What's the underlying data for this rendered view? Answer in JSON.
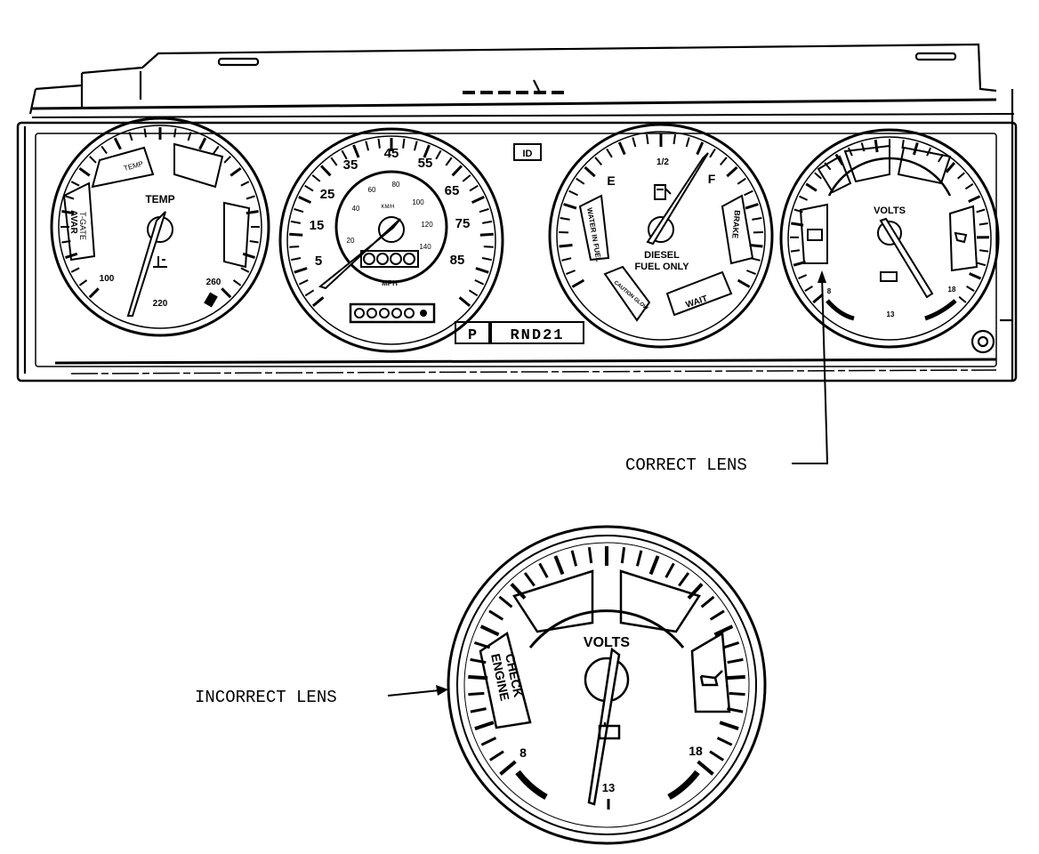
{
  "temp_gauge": {
    "title": "TEMP",
    "small_label": "TEMP",
    "side_label_line1": "T-GATE",
    "side_label_line2": "AVAR",
    "scale": [
      "100",
      "220",
      "260"
    ],
    "icon": "thermometer-icon"
  },
  "speedometer": {
    "mph_scale": [
      "5",
      "15",
      "25",
      "35",
      "45",
      "55",
      "65",
      "75",
      "85"
    ],
    "kmh_scale": [
      "20",
      "40",
      "60",
      "80",
      "100",
      "120",
      "140"
    ],
    "kmh_unit": "KM/H",
    "mph_unit": "MPH"
  },
  "indicator_box": "ID",
  "gear_selector": {
    "park": "P",
    "gears": "RND21"
  },
  "fuel_gauge": {
    "empty": "E",
    "half": "1/2",
    "full": "F",
    "line1": "DIESEL",
    "line2": "FUEL ONLY",
    "water_in_fuel": "WATER IN FUEL",
    "brake": "BRAKE",
    "wait": "WAIT",
    "lower_left_label": "CAUTION GLOW",
    "icon": "fuel-pump-icon"
  },
  "volts_gauge_correct": {
    "title": "VOLTS",
    "scale_low": "8",
    "scale_mid": "13",
    "scale_high": "18"
  },
  "callouts": {
    "correct": "CORRECT LENS",
    "incorrect": "INCORRECT LENS"
  },
  "volts_gauge_incorrect": {
    "title": "VOLTS",
    "check_line1": "CHECK",
    "check_line2": "ENGINE",
    "scale_low": "8",
    "scale_mid": "13",
    "scale_high": "18",
    "icons": [
      "oil-can-icon",
      "battery-icon"
    ]
  }
}
